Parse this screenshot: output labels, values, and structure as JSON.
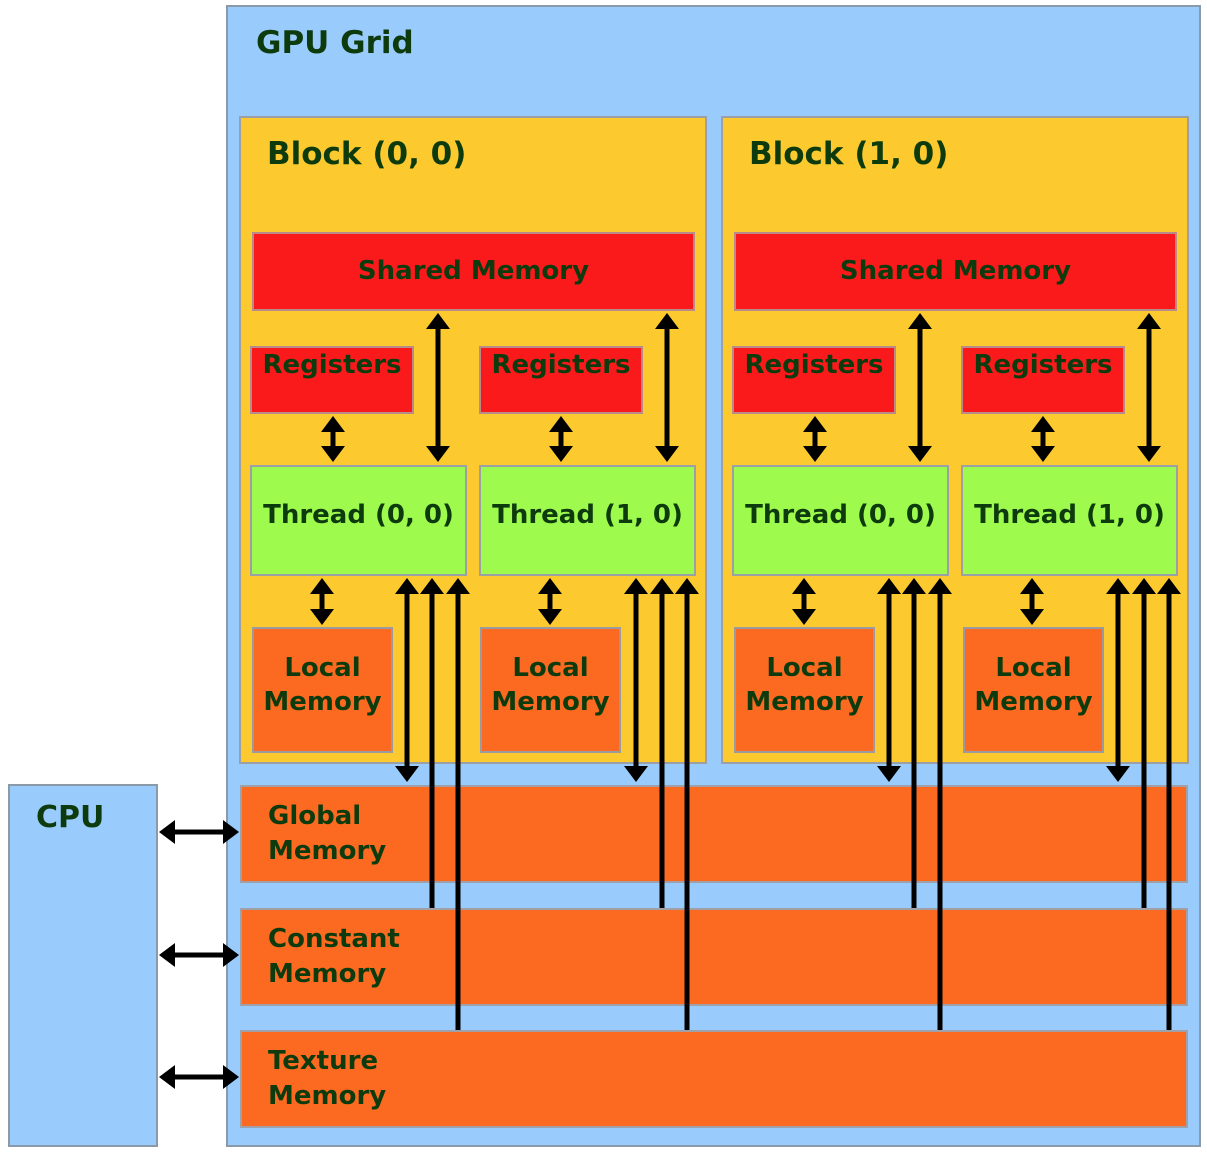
{
  "grid": {
    "title": "GPU Grid"
  },
  "cpu": {
    "title": "CPU"
  },
  "blocks": [
    {
      "title": "Block (0, 0)",
      "shared_memory": "Shared Memory",
      "threads": [
        {
          "registers": "Registers",
          "thread": "Thread (0, 0)",
          "local_memory": [
            "Local",
            "Memory"
          ]
        },
        {
          "registers": "Registers",
          "thread": "Thread (1, 0)",
          "local_memory": [
            "Local",
            "Memory"
          ]
        }
      ]
    },
    {
      "title": "Block (1, 0)",
      "shared_memory": "Shared Memory",
      "threads": [
        {
          "registers": "Registers",
          "thread": "Thread (0, 0)",
          "local_memory": [
            "Local",
            "Memory"
          ]
        },
        {
          "registers": "Registers",
          "thread": "Thread (1, 0)",
          "local_memory": [
            "Local",
            "Memory"
          ]
        }
      ]
    }
  ],
  "memories": [
    {
      "line1": "Global",
      "line2": "Memory"
    },
    {
      "line1": "Constant",
      "line2": "Memory"
    },
    {
      "line1": "Texture",
      "line2": "Memory"
    }
  ],
  "colors": {
    "grid": "#99ccfc",
    "block": "#fcca2e",
    "shared_registers": "#fa1a1c",
    "thread": "#9efb4e",
    "memory": "#fb6a20",
    "text": "#0d3b0d"
  }
}
